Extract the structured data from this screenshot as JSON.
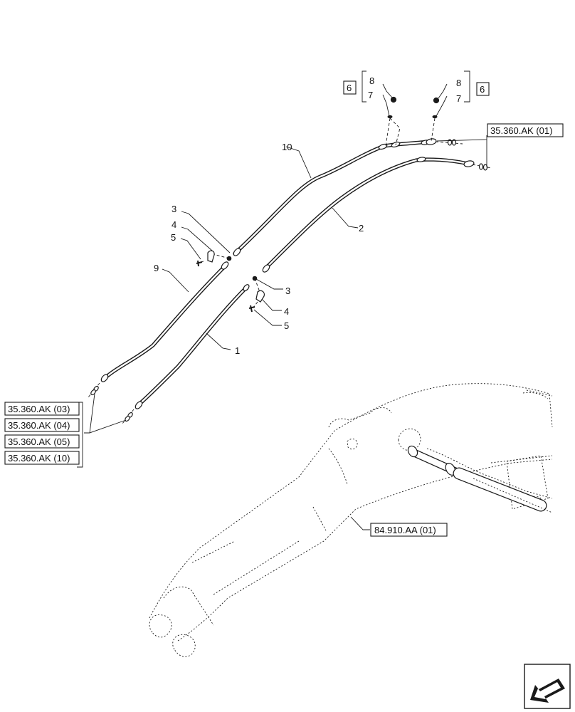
{
  "callouts": {
    "c1": "1",
    "c2": "2",
    "c3a": "3",
    "c3b": "3",
    "c4a": "4",
    "c4b": "4",
    "c5a": "5",
    "c5b": "5",
    "c7a": "7",
    "c7b": "7",
    "c8a": "8",
    "c8b": "8",
    "c9": "9",
    "c10": "10",
    "c6a": "6",
    "c6b": "6"
  },
  "references": {
    "top_right": "35.360.AK (01)",
    "left_group": [
      "35.360.AK (03)",
      "35.360.AK (04)",
      "35.360.AK (05)",
      "35.360.AK (10)"
    ],
    "boom": "84.910.AA (01)"
  },
  "icons": {
    "navigation": "arrow-icon"
  }
}
